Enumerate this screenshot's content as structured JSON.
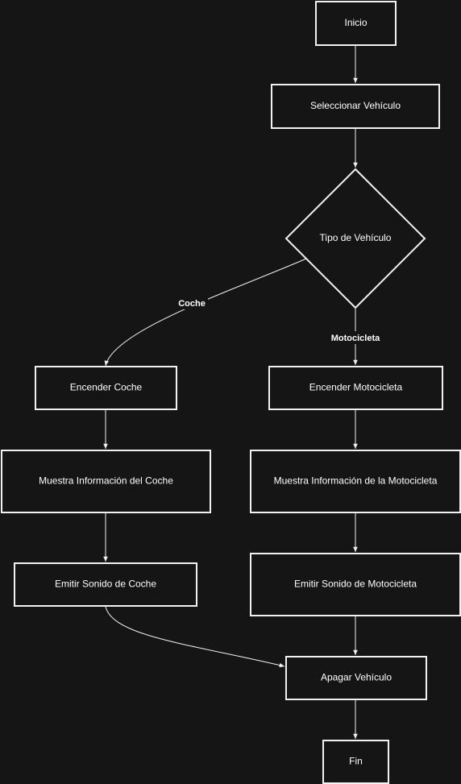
{
  "nodes": {
    "inicio": "Inicio",
    "seleccionar": "Seleccionar Vehículo",
    "tipo": "Tipo de Vehículo",
    "encender_coche": "Encender Coche",
    "encender_moto": "Encender Motocicleta",
    "info_coche": "Muestra Información del Coche",
    "info_moto": "Muestra Información de la Motocicleta",
    "sonido_coche": "Emitir Sonido de Coche",
    "sonido_moto": "Emitir Sonido de Motocicleta",
    "apagar": "Apagar Vehículo",
    "fin": "Fin"
  },
  "edges": {
    "coche_label": "Coche",
    "moto_label": "Motocicleta"
  },
  "colors": {
    "background": "#151515",
    "stroke": "#f2f2f2",
    "text": "#ffffff"
  }
}
